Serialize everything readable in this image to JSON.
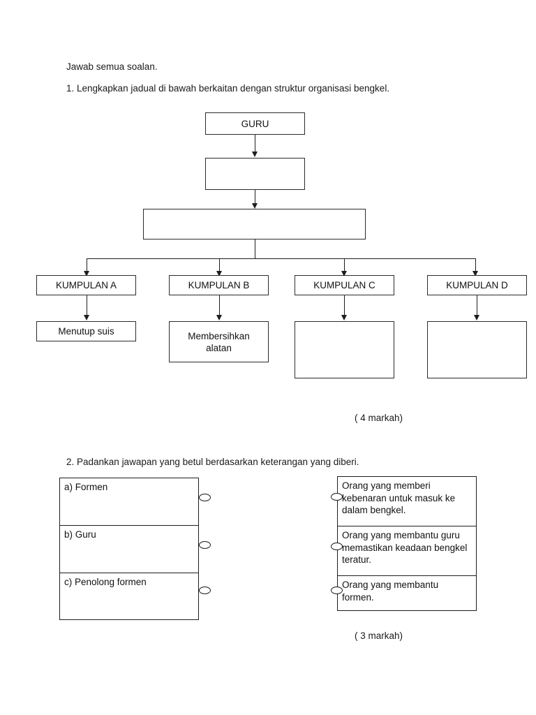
{
  "document": {
    "instruction": "Jawab semua soalan.",
    "question1": "1. Lengkapkan jadual di bawah berkaitan dengan struktur organisasi bengkel.",
    "question2": "2. Padankan jawapan yang betul berdasarkan keterangan yang diberi.",
    "marks1": "( 4 markah)",
    "marks2": "( 3 markah)"
  },
  "flowchart": {
    "level1": "GURU",
    "level2": "",
    "level3": "",
    "groups": [
      {
        "label": "KUMPULAN  A",
        "task": "Menutup suis"
      },
      {
        "label": "KUMPULAN  B",
        "task": "Membersihkan\nalatan"
      },
      {
        "label": "KUMPULAN  C",
        "task": ""
      },
      {
        "label": "KUMPULAN  D",
        "task": ""
      }
    ]
  },
  "matching": {
    "left": [
      {
        "label": "a) Formen"
      },
      {
        "label": "b) Guru"
      },
      {
        "label": "c) Penolong formen"
      }
    ],
    "right": [
      {
        "text": "Orang yang memberi kebenaran untuk masuk ke dalam bengkel."
      },
      {
        "text": "Orang yang membantu guru memastikan keadaan bengkel teratur."
      },
      {
        "text": "Orang yang membantu formen."
      }
    ]
  }
}
